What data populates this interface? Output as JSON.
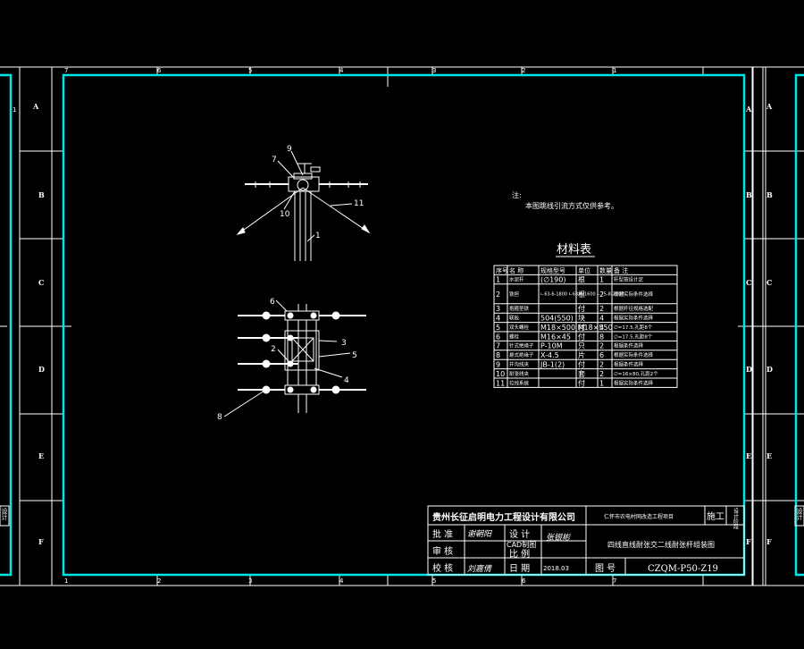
{
  "colors": {
    "background": "#000000",
    "frame": "#00e5e5",
    "lines": "#ffffff"
  },
  "top_ruler": [
    "7",
    "6",
    "5",
    "4",
    "3",
    "2",
    "1"
  ],
  "bottom_ruler": [
    "1",
    "2",
    "3",
    "4",
    "5",
    "6",
    "7"
  ],
  "row_letters": [
    "A",
    "B",
    "C",
    "D",
    "E",
    "F"
  ],
  "left_corner_mark": "1",
  "side_labels": {
    "left": "设计",
    "right": "设计"
  },
  "note": {
    "title": "注:",
    "text": "本图跳线引流方式仅供参考。"
  },
  "table_title": "材料表",
  "table_header": [
    "序号",
    "名 称",
    "规格型号",
    "单位",
    "数量",
    "备 注"
  ],
  "table_rows": [
    [
      "1",
      "水泥杆",
      "(∅190)",
      "根",
      "1",
      "杆型按设计定"
    ],
    [
      "2",
      "铁担",
      "∟63-6-1800 ∟63-6-1600 ∟75-8-2100",
      "根",
      "2",
      "根据实际条件选择"
    ],
    [
      "3",
      "抱箍垫铁",
      "",
      "付",
      "2",
      "根据杆径规格选配"
    ],
    [
      "4",
      "联板",
      "504(550)",
      "块",
      "4",
      "根据实际条件选择"
    ],
    [
      "5",
      "双头螺栓",
      "M18×500 M18×550",
      "付",
      "4",
      "∅=17.5,孔距8个"
    ],
    [
      "6",
      "螺栓",
      "M16×45",
      "付",
      "8",
      "∅=17.5,孔距8个"
    ],
    [
      "7",
      "针式绝缘子",
      "P-10M",
      "只",
      "2",
      "根据条件选择"
    ],
    [
      "8",
      "悬式绝缘子",
      "X-4.5",
      "片",
      "6",
      "根据实际条件选择"
    ],
    [
      "9",
      "并沟线夹",
      "JB-1(2)",
      "付",
      "2",
      "根据条件选择"
    ],
    [
      "10",
      "耐张线夹",
      "",
      "套",
      "2",
      "∅=16×80,孔距2个"
    ],
    [
      "11",
      "拉线系统",
      "",
      "付",
      "1",
      "根据实际条件选择"
    ]
  ],
  "callouts": {
    "top_view": [
      "9",
      "7",
      "10",
      "11",
      "1"
    ],
    "front_view": [
      "6",
      "2",
      "3",
      "5",
      "4",
      "8"
    ]
  },
  "title_block": {
    "company": "贵州长征启明电力工程设计有限公司",
    "project": "仁怀市农电村网改造工程项目",
    "stage": "施工",
    "stage_label": "设计阶段",
    "approve_label": "批 准",
    "approve_sign": "谢朝阳",
    "design_label": "设 计",
    "design_sign": "张银彬",
    "review_label": "审 核",
    "cad_label": "CAD制图",
    "scale_label": "比 例",
    "check_label": "校 核",
    "check_sign": "刘嘉倩",
    "date_label": "日 期",
    "date": "2018.03",
    "drawing_title": "四线直线耐张交二线耐张杆组装图",
    "figno_label": "图 号",
    "figno": "CZQM-P50-Z19"
  }
}
